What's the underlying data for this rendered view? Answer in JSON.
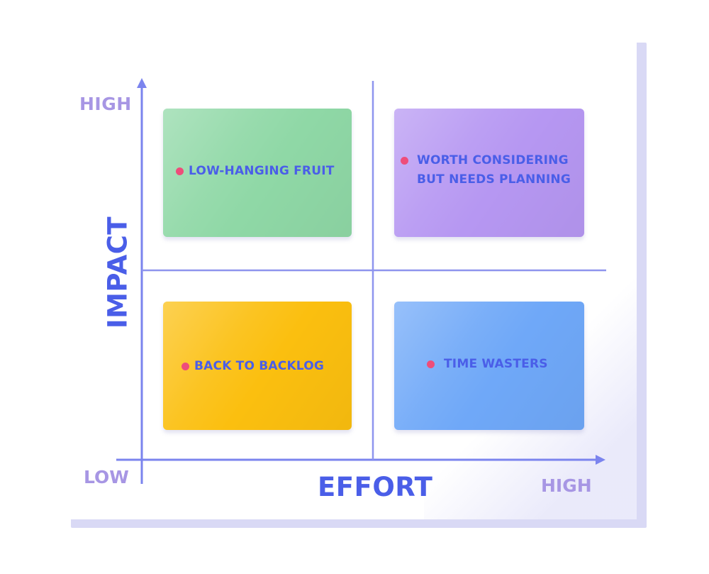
{
  "diagram": {
    "y_axis": {
      "title": "IMPACT",
      "high_label": "HIGH"
    },
    "x_axis": {
      "title": "EFFORT",
      "low_label": "LOW",
      "high_label": "HIGH"
    },
    "quadrants": [
      {
        "position": "top-left",
        "color": "#8fd8a6",
        "lines": [
          "LOW-HANGING FRUIT"
        ]
      },
      {
        "position": "top-right",
        "color": "#b697f2",
        "lines": [
          "WORTH CONSIDERING",
          "BUT NEEDS PLANNING"
        ]
      },
      {
        "position": "bottom-left",
        "color": "#fbbf0f",
        "lines": [
          "BACK TO BACKLOG"
        ]
      },
      {
        "position": "bottom-right",
        "color": "#6fa8f8",
        "lines": [
          "TIME WASTERS"
        ]
      }
    ],
    "colors": {
      "axis": "#7b84ee",
      "label_text": "#4a5ee8",
      "axis_end_labels": "#a796e4",
      "bullet": "#ee4d7a"
    }
  }
}
